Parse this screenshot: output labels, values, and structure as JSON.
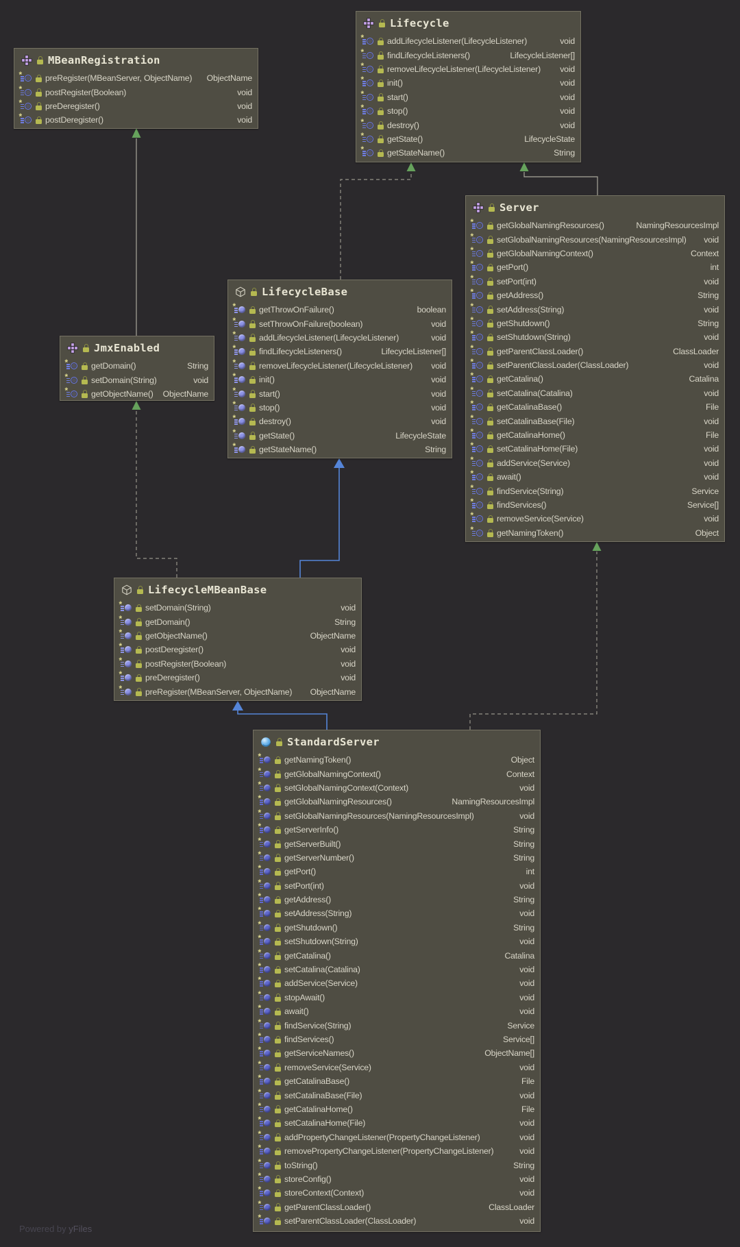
{
  "watermark": {
    "prefix": "Powered by ",
    "brand": "yFiles"
  },
  "colors": {
    "canvas_bg": "#2b292c",
    "node_fill": "#4f4d43",
    "node_border": "#757263",
    "title_text": "#e9e6d4",
    "method_text": "#d8d5c7",
    "edge_gray": "#a9a79b",
    "edge_gray_dashed": "#96948a",
    "edge_blue": "#5585d8",
    "arrow_green": "#66a25c",
    "lock_yellow": "#b5b951",
    "interface_icon_purple": "#c7a3ea",
    "method_icon_blue": "#6e7ce0",
    "class_ball_blue": "#58abe8"
  },
  "classes": [
    {
      "id": "MBeanRegistration",
      "name": "MBeanRegistration",
      "kind": "interface",
      "methods": [
        {
          "sig": "preRegister(MBeanServer, ObjectName)",
          "ret": "ObjectName"
        },
        {
          "sig": "postRegister(Boolean)",
          "ret": "void"
        },
        {
          "sig": "preDeregister()",
          "ret": "void"
        },
        {
          "sig": "postDeregister()",
          "ret": "void"
        }
      ]
    },
    {
      "id": "Lifecycle",
      "name": "Lifecycle",
      "kind": "interface",
      "methods": [
        {
          "sig": "addLifecycleListener(LifecycleListener)",
          "ret": "void"
        },
        {
          "sig": "findLifecycleListeners()",
          "ret": "LifecycleListener[]"
        },
        {
          "sig": "removeLifecycleListener(LifecycleListener)",
          "ret": "void"
        },
        {
          "sig": "init()",
          "ret": "void"
        },
        {
          "sig": "start()",
          "ret": "void"
        },
        {
          "sig": "stop()",
          "ret": "void"
        },
        {
          "sig": "destroy()",
          "ret": "void"
        },
        {
          "sig": "getState()",
          "ret": "LifecycleState"
        },
        {
          "sig": "getStateName()",
          "ret": "String"
        }
      ]
    },
    {
      "id": "Server",
      "name": "Server",
      "kind": "interface",
      "methods": [
        {
          "sig": "getGlobalNamingResources()",
          "ret": "NamingResourcesImpl"
        },
        {
          "sig": "setGlobalNamingResources(NamingResourcesImpl)",
          "ret": "void"
        },
        {
          "sig": "getGlobalNamingContext()",
          "ret": "Context"
        },
        {
          "sig": "getPort()",
          "ret": "int"
        },
        {
          "sig": "setPort(int)",
          "ret": "void"
        },
        {
          "sig": "getAddress()",
          "ret": "String"
        },
        {
          "sig": "setAddress(String)",
          "ret": "void"
        },
        {
          "sig": "getShutdown()",
          "ret": "String"
        },
        {
          "sig": "setShutdown(String)",
          "ret": "void"
        },
        {
          "sig": "getParentClassLoader()",
          "ret": "ClassLoader"
        },
        {
          "sig": "setParentClassLoader(ClassLoader)",
          "ret": "void"
        },
        {
          "sig": "getCatalina()",
          "ret": "Catalina"
        },
        {
          "sig": "setCatalina(Catalina)",
          "ret": "void"
        },
        {
          "sig": "getCatalinaBase()",
          "ret": "File"
        },
        {
          "sig": "setCatalinaBase(File)",
          "ret": "void"
        },
        {
          "sig": "getCatalinaHome()",
          "ret": "File"
        },
        {
          "sig": "setCatalinaHome(File)",
          "ret": "void"
        },
        {
          "sig": "addService(Service)",
          "ret": "void"
        },
        {
          "sig": "await()",
          "ret": "void"
        },
        {
          "sig": "findService(String)",
          "ret": "Service"
        },
        {
          "sig": "findServices()",
          "ret": "Service[]"
        },
        {
          "sig": "removeService(Service)",
          "ret": "void"
        },
        {
          "sig": "getNamingToken()",
          "ret": "Object"
        }
      ]
    },
    {
      "id": "LifecycleBase",
      "name": "LifecycleBase",
      "kind": "abstract",
      "methods": [
        {
          "sig": "getThrowOnFailure()",
          "ret": "boolean"
        },
        {
          "sig": "setThrowOnFailure(boolean)",
          "ret": "void"
        },
        {
          "sig": "addLifecycleListener(LifecycleListener)",
          "ret": "void"
        },
        {
          "sig": "findLifecycleListeners()",
          "ret": "LifecycleListener[]"
        },
        {
          "sig": "removeLifecycleListener(LifecycleListener)",
          "ret": "void"
        },
        {
          "sig": "init()",
          "ret": "void",
          "final": true
        },
        {
          "sig": "start()",
          "ret": "void",
          "final": true
        },
        {
          "sig": "stop()",
          "ret": "void",
          "final": true
        },
        {
          "sig": "destroy()",
          "ret": "void",
          "final": true
        },
        {
          "sig": "getState()",
          "ret": "LifecycleState"
        },
        {
          "sig": "getStateName()",
          "ret": "String"
        }
      ]
    },
    {
      "id": "JmxEnabled",
      "name": "JmxEnabled",
      "kind": "interface",
      "methods": [
        {
          "sig": "getDomain()",
          "ret": "String"
        },
        {
          "sig": "setDomain(String)",
          "ret": "void"
        },
        {
          "sig": "getObjectName()",
          "ret": "ObjectName"
        }
      ]
    },
    {
      "id": "LifecycleMBeanBase",
      "name": "LifecycleMBeanBase",
      "kind": "abstract",
      "methods": [
        {
          "sig": "setDomain(String)",
          "ret": "void",
          "final": true
        },
        {
          "sig": "getDomain()",
          "ret": "String",
          "final": true
        },
        {
          "sig": "getObjectName()",
          "ret": "ObjectName",
          "final": true
        },
        {
          "sig": "postDeregister()",
          "ret": "void",
          "final": true
        },
        {
          "sig": "postRegister(Boolean)",
          "ret": "void",
          "final": true
        },
        {
          "sig": "preDeregister()",
          "ret": "void",
          "final": true
        },
        {
          "sig": "preRegister(MBeanServer, ObjectName)",
          "ret": "ObjectName",
          "final": true
        }
      ]
    },
    {
      "id": "StandardServer",
      "name": "StandardServer",
      "kind": "class",
      "methods": [
        {
          "sig": "getNamingToken()",
          "ret": "Object"
        },
        {
          "sig": "getGlobalNamingContext()",
          "ret": "Context"
        },
        {
          "sig": "setGlobalNamingContext(Context)",
          "ret": "void"
        },
        {
          "sig": "getGlobalNamingResources()",
          "ret": "NamingResourcesImpl"
        },
        {
          "sig": "setGlobalNamingResources(NamingResourcesImpl)",
          "ret": "void"
        },
        {
          "sig": "getServerInfo()",
          "ret": "String"
        },
        {
          "sig": "getServerBuilt()",
          "ret": "String"
        },
        {
          "sig": "getServerNumber()",
          "ret": "String"
        },
        {
          "sig": "getPort()",
          "ret": "int"
        },
        {
          "sig": "setPort(int)",
          "ret": "void"
        },
        {
          "sig": "getAddress()",
          "ret": "String"
        },
        {
          "sig": "setAddress(String)",
          "ret": "void"
        },
        {
          "sig": "getShutdown()",
          "ret": "String"
        },
        {
          "sig": "setShutdown(String)",
          "ret": "void"
        },
        {
          "sig": "getCatalina()",
          "ret": "Catalina"
        },
        {
          "sig": "setCatalina(Catalina)",
          "ret": "void"
        },
        {
          "sig": "addService(Service)",
          "ret": "void"
        },
        {
          "sig": "stopAwait()",
          "ret": "void"
        },
        {
          "sig": "await()",
          "ret": "void"
        },
        {
          "sig": "findService(String)",
          "ret": "Service"
        },
        {
          "sig": "findServices()",
          "ret": "Service[]"
        },
        {
          "sig": "getServiceNames()",
          "ret": "ObjectName[]"
        },
        {
          "sig": "removeService(Service)",
          "ret": "void"
        },
        {
          "sig": "getCatalinaBase()",
          "ret": "File"
        },
        {
          "sig": "setCatalinaBase(File)",
          "ret": "void"
        },
        {
          "sig": "getCatalinaHome()",
          "ret": "File"
        },
        {
          "sig": "setCatalinaHome(File)",
          "ret": "void"
        },
        {
          "sig": "addPropertyChangeListener(PropertyChangeListener)",
          "ret": "void"
        },
        {
          "sig": "removePropertyChangeListener(PropertyChangeListener)",
          "ret": "void"
        },
        {
          "sig": "toString()",
          "ret": "String"
        },
        {
          "sig": "storeConfig()",
          "ret": "void"
        },
        {
          "sig": "storeContext(Context)",
          "ret": "void"
        },
        {
          "sig": "getParentClassLoader()",
          "ret": "ClassLoader"
        },
        {
          "sig": "setParentClassLoader(ClassLoader)",
          "ret": "void"
        }
      ]
    }
  ],
  "edges": [
    {
      "from": "JmxEnabled",
      "to": "MBeanRegistration",
      "relation": "extends",
      "style": "solid-gray"
    },
    {
      "from": "LifecycleBase",
      "to": "Lifecycle",
      "relation": "implements",
      "style": "dashed-gray"
    },
    {
      "from": "Server",
      "to": "Lifecycle",
      "relation": "extends",
      "style": "solid-gray"
    },
    {
      "from": "LifecycleMBeanBase",
      "to": "JmxEnabled",
      "relation": "implements",
      "style": "dashed-gray"
    },
    {
      "from": "LifecycleMBeanBase",
      "to": "LifecycleBase",
      "relation": "extends",
      "style": "solid-blue"
    },
    {
      "from": "StandardServer",
      "to": "LifecycleMBeanBase",
      "relation": "extends",
      "style": "solid-blue"
    },
    {
      "from": "StandardServer",
      "to": "Server",
      "relation": "implements",
      "style": "dashed-gray"
    }
  ]
}
